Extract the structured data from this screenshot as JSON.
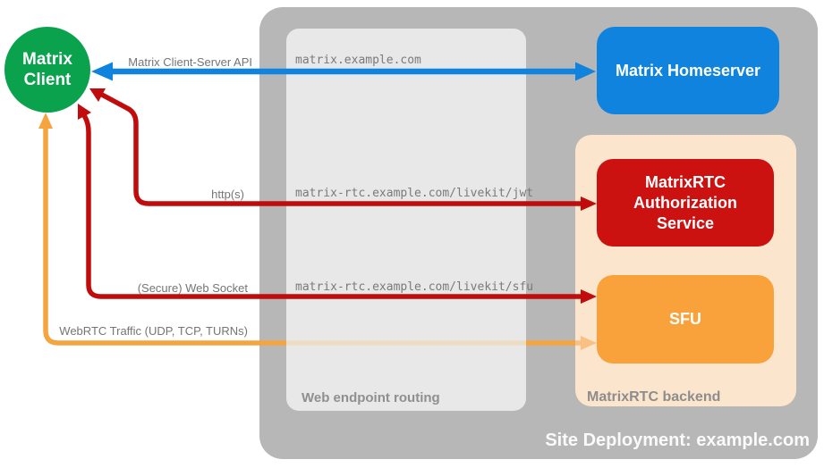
{
  "client": {
    "line1": "Matrix",
    "line2": "Client",
    "color": "#0ba24e"
  },
  "site": {
    "label": "Site Deployment: example.com",
    "bg_color": "#b7b7b7"
  },
  "routing": {
    "label": "Web endpoint routing",
    "bg_color": "#e8e8e8",
    "endpoints": [
      "matrix.example.com",
      "matrix-rtc.example.com/livekit/jwt",
      "matrix-rtc.example.com/livekit/sfu"
    ]
  },
  "backend": {
    "label": "MatrixRTC backend",
    "bg_color": "#fce5cd"
  },
  "nodes": {
    "homeserver": {
      "label": "Matrix Homeserver",
      "bg_color": "#1083df"
    },
    "auth_service": {
      "label": "MatrixRTC Authorization Service",
      "bg_color": "#cc1111"
    },
    "sfu": {
      "label": "SFU",
      "bg_color": "#f9a23c"
    }
  },
  "connections": {
    "client_server_api": {
      "label": "Matrix Client-Server API",
      "color": "#1083df",
      "from": "Matrix Client",
      "to": "Matrix Homeserver",
      "via_endpoint": "matrix.example.com",
      "bidirectional": true
    },
    "https": {
      "label": "http(s)",
      "color": "#c00c0c",
      "from": "Matrix Client",
      "to": "MatrixRTC Authorization Service",
      "via_endpoint": "matrix-rtc.example.com/livekit/jwt",
      "bidirectional": true
    },
    "websocket": {
      "label": "(Secure) Web Socket",
      "color": "#c00c0c",
      "from": "Matrix Client",
      "to": "SFU",
      "via_endpoint": "matrix-rtc.example.com/livekit/sfu",
      "bidirectional": true
    },
    "webrtc": {
      "label": "WebRTC Traffic (UDP, TCP, TURNs)",
      "color": "#f5a440",
      "from": "Matrix Client",
      "to": "SFU",
      "bidirectional": true
    }
  }
}
